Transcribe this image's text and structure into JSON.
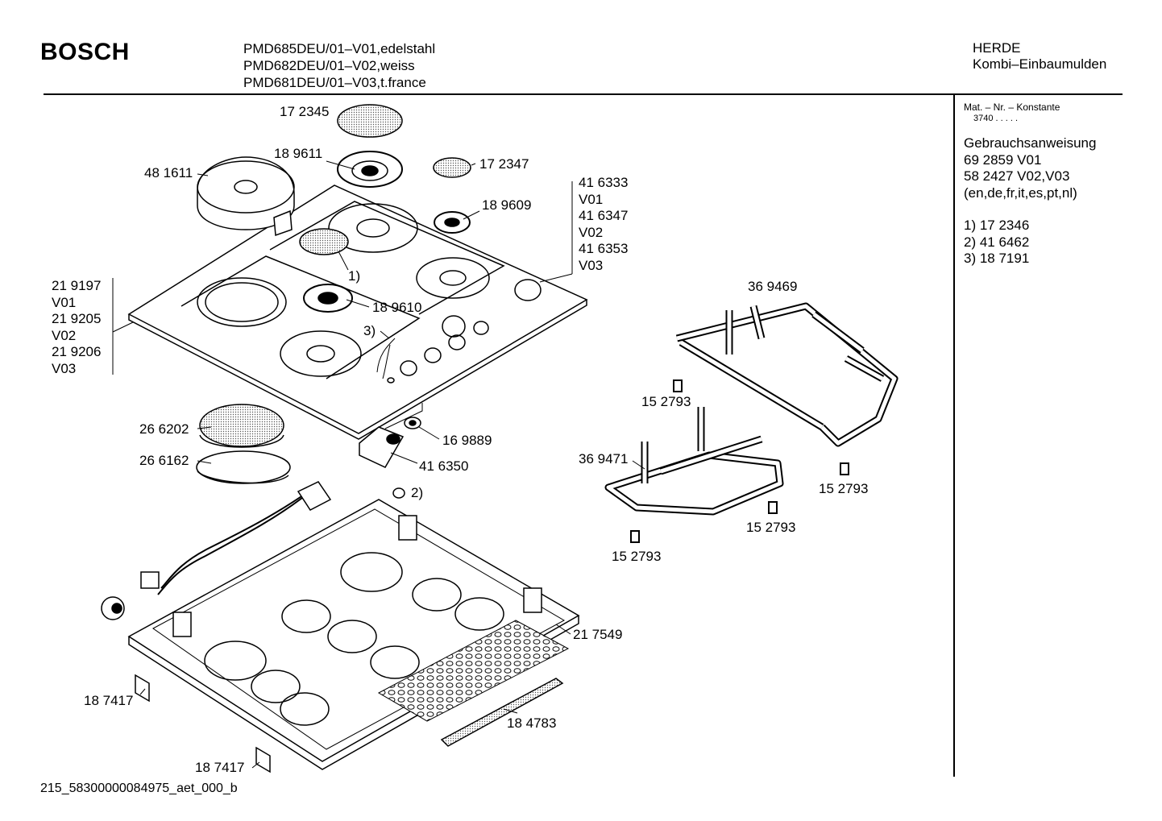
{
  "header": {
    "brand": "BOSCH",
    "models": [
      "PMD685DEU/01–V01,edelstahl",
      "PMD682DEU/01–V02,weiss",
      "PMD681DEU/01–V03,t.france"
    ],
    "category": "HERDE",
    "subcategory": "Kombi–Einbaumulden"
  },
  "side_panel": {
    "mat_label": "Mat. – Nr. – Konstante",
    "mat_value": "3740  .  .   .  .  .",
    "manual_title": "Gebrauchsanweisung",
    "manual_lines": [
      "69 2859 V01",
      "58 2427 V02,V03",
      "(en,de,fr,it,es,pt,nl)"
    ],
    "notes": [
      "1) 17 2346",
      "2) 41 6462",
      "3) 18 7191"
    ]
  },
  "parts": {
    "p172345": "17 2345",
    "p189611": "18 9611",
    "p481611": "48 1611",
    "p172347": "17 2347",
    "p189609": "18 9609",
    "p189610": "18 9610",
    "ref1": "1)",
    "ref3": "3)",
    "ref2": "2)",
    "p169889": "16 9889",
    "p416350": "41 6350",
    "p266202": "26 6202",
    "p266162": "26 6162",
    "p369469": "36 9469",
    "p369471": "36 9471",
    "p152793a": "15 2793",
    "p152793b": "15 2793",
    "p152793c": "15 2793",
    "p152793d": "15 2793",
    "p217549": "21 7549",
    "p187417a": "18 7417",
    "p187417b": "18 7417",
    "p184783": "18 4783"
  },
  "knob_group": [
    "41 6333",
    "V01",
    "41 6347",
    "V02",
    "41 6353",
    "V03"
  ],
  "hob_group": [
    "21 9197",
    "V01",
    "21 9205",
    "V02",
    "21 9206",
    "V03"
  ],
  "footer": {
    "drawing_id": "215_58300000084975_aet_000_b"
  }
}
